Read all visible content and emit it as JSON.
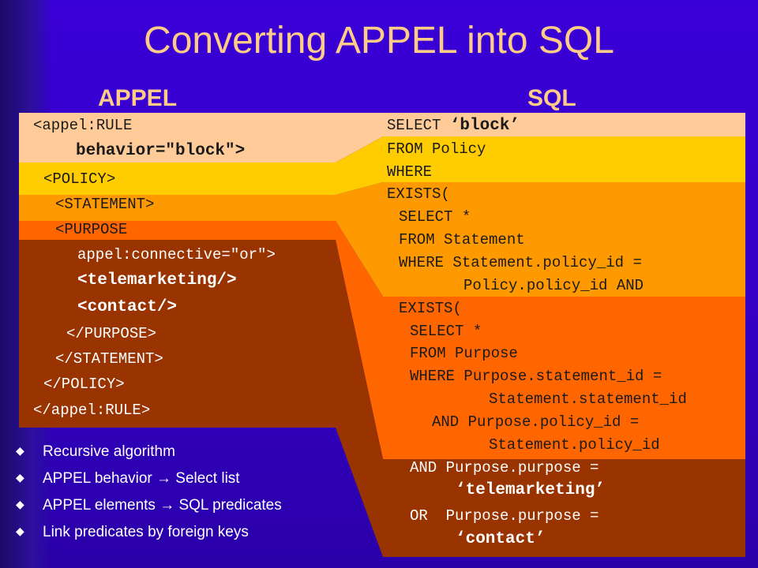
{
  "slide": {
    "title": "Converting APPEL into SQL",
    "appel_heading": "APPEL",
    "sql_heading": "SQL"
  },
  "colors": {
    "background": "#3300c4",
    "title": "#ffcc88",
    "band1": "#ffcc99",
    "band2": "#ffcc00",
    "band3": "#ff9900",
    "band4": "#ff6600",
    "band5": "#993300"
  },
  "appel_lines": {
    "l1": "<appel:RULE",
    "l2": "behavior=\"block\">",
    "l3": "<POLICY>",
    "l4": "<STATEMENT>",
    "l5": "<PURPOSE",
    "l6": "appel:connective=\"or\">",
    "l7": "<telemarketing/>",
    "l8": "<contact/>",
    "l9": "</PURPOSE>",
    "l10": "</STATEMENT>",
    "l11": "</POLICY>",
    "l12": "</appel:RULE>"
  },
  "sql_lines": {
    "s1a": "SELECT ",
    "s1b": "‘block’",
    "s2": "FROM Policy",
    "s3": "WHERE",
    "s4": "EXISTS(",
    "s5": "SELECT *",
    "s6": "FROM Statement",
    "s7": "WHERE Statement.policy_id =",
    "s8": "Policy.policy_id AND",
    "s9": "EXISTS(",
    "s10": "SELECT *",
    "s11": "FROM Purpose",
    "s12": "WHERE Purpose.statement_id =",
    "s13": "Statement.statement_id",
    "s14": "AND Purpose.policy_id =",
    "s15": "Statement.policy_id",
    "s16": "AND Purpose.purpose =",
    "s17": "‘telemarketing’",
    "s18": "OR  Purpose.purpose =",
    "s19": "‘contact’"
  },
  "bullets": [
    "Recursive algorithm",
    "APPEL behavior → Select list",
    "APPEL elements → SQL predicates",
    "Link predicates by foreign keys"
  ]
}
